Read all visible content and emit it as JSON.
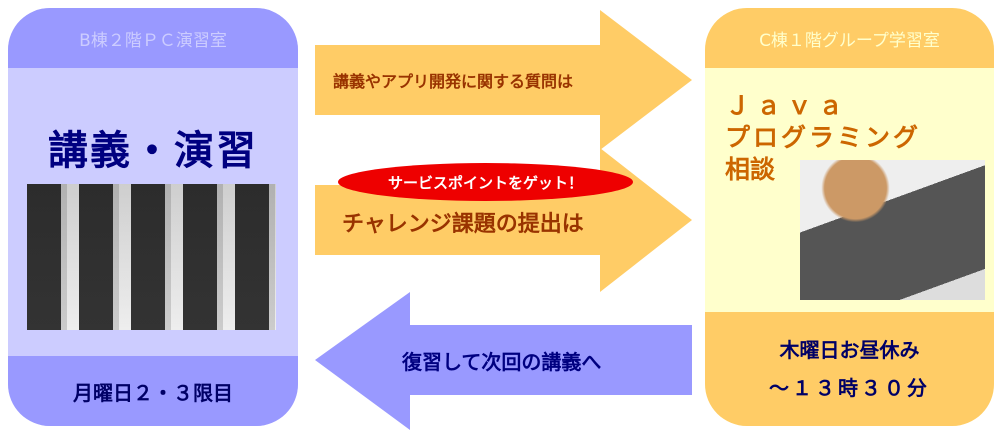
{
  "left_panel": {
    "location": "B棟２階ＰＣ演習室",
    "title": "講義・演習",
    "schedule": "月曜日２・３限目"
  },
  "right_panel": {
    "location": "C棟１階グループ学習室",
    "title_lines": [
      "Ｊａｖａ",
      "プログラミング",
      "相談"
    ],
    "schedule_lines": [
      "木曜日お昼休み",
      "～１３時３０分"
    ]
  },
  "arrows": {
    "questions": "講義やアプリ開発に関する質問は",
    "challenge": "チャレンジ課題の提出は",
    "review": "復習して次回の講義へ"
  },
  "badge": "サービスポイントをゲット！",
  "colors": {
    "orange": "#ffcc66",
    "purple": "#9999ff",
    "red": "#ee0000"
  }
}
